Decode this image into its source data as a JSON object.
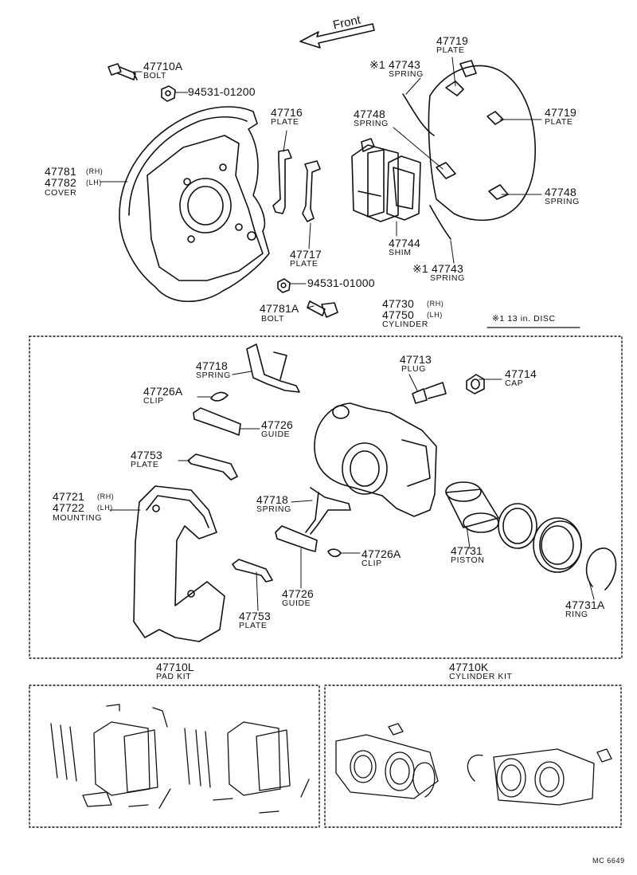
{
  "front": "Front",
  "disc_note": "※1 13 in. DISC",
  "code": "MC 6649",
  "labels": {
    "bolt_top_num": "47710A",
    "bolt_top_name": "BOLT",
    "nut_top": "94531-01200",
    "plate_47716_num": "47716",
    "plate_47716_name": "PLATE",
    "cover_rh_num": "47781",
    "cover_rh_side": "(RH)",
    "cover_lh_num": "47782",
    "cover_lh_side": "(LH)",
    "cover_name": "COVER",
    "plate_47717_num": "47717",
    "plate_47717_name": "PLATE",
    "nut_bottom": "94531-01000",
    "bolt_bottom_num": "47781A",
    "bolt_bottom_name": "BOLT",
    "plate_47719_top_num": "47719",
    "plate_47719_top_name": "PLATE",
    "spring_47743_top_num": "※1 47743",
    "spring_47743_top_name": "SPRING",
    "spring_47748_left_num": "47748",
    "spring_47748_left_name": "SPRING",
    "plate_47719_right_num": "47719",
    "plate_47719_right_name": "PLATE",
    "spring_47748_right_num": "47748",
    "spring_47748_right_name": "SPRING",
    "shim_num": "47744",
    "shim_name": "SHIM",
    "spring_47743_bot_num": "※1 47743",
    "spring_47743_bot_name": "SPRING",
    "cyl_rh_num": "47730",
    "cyl_rh_side": "(RH)",
    "cyl_lh_num": "47750",
    "cyl_lh_side": "(LH)",
    "cyl_name": "CYLINDER",
    "spring_47718_top_num": "47718",
    "spring_47718_top_name": "SPRING",
    "plug_num": "47713",
    "plug_name": "PLUG",
    "cap_num": "47714",
    "cap_name": "CAP",
    "clip_top_num": "47726A",
    "clip_top_name": "CLIP",
    "guide_top_num": "47726",
    "guide_top_name": "GUIDE",
    "plate_47753_top_num": "47753",
    "plate_47753_top_name": "PLATE",
    "mount_rh_num": "47721",
    "mount_rh_side": "(RH)",
    "mount_lh_num": "47722",
    "mount_lh_side": "(LH)",
    "mount_name": "MOUNTING",
    "spring_47718_mid_num": "47718",
    "spring_47718_mid_name": "SPRING",
    "clip_mid_num": "47726A",
    "clip_mid_name": "CLIP",
    "piston_num": "47731",
    "piston_name": "PISTON",
    "guide_bot_num": "47726",
    "guide_bot_name": "GUIDE",
    "plate_47753_bot_num": "47753",
    "plate_47753_bot_name": "PLATE",
    "ring_num": "47731A",
    "ring_name": "RING",
    "padkit_num": "47710L",
    "padkit_name": "PAD KIT",
    "cylkit_num": "47710K",
    "cylkit_name": "CYLINDER KIT"
  }
}
